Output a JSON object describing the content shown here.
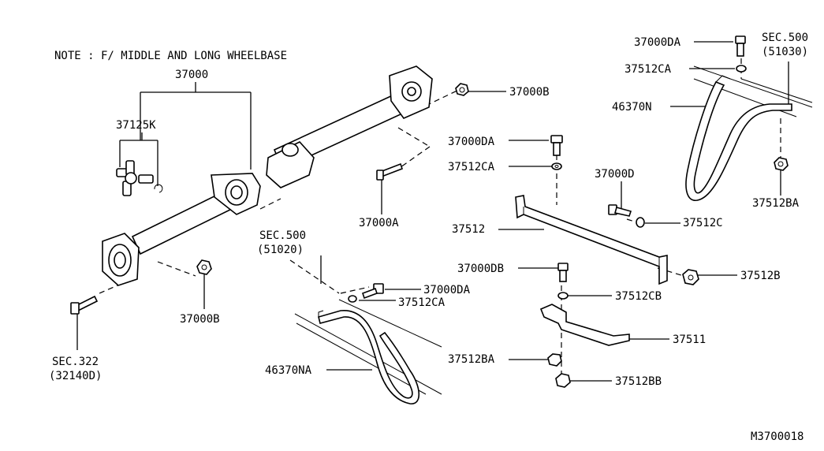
{
  "note": "NOTE : F/ MIDDLE AND LONG WHEELBASE",
  "diagram_id": "M3700018",
  "labels": {
    "p37000": "37000",
    "p37125K": "37125K",
    "p37000B_top": "37000B",
    "p37000A": "37000A",
    "p37000B_bottom": "37000B",
    "sec322": "SEC.322",
    "sec322_ref": "(32140D)",
    "sec500_mid": "SEC.500",
    "sec500_mid_ref": "(51020)",
    "p37000DA_mid": "37000DA",
    "p37512CA_mid": "37512CA",
    "p46370NA": "46370NA",
    "p37000DA_center": "37000DA",
    "p37512CA_center": "37512CA",
    "p37000D": "37000D",
    "p37512": "37512",
    "p37512C": "37512C",
    "p37000DB": "37000DB",
    "p37512B": "37512B",
    "p37512CB": "37512CB",
    "p37511": "37511",
    "p37512BA_low": "37512BA",
    "p37512BB": "37512BB",
    "p37000DA_top": "37000DA",
    "sec500_top": "SEC.500",
    "sec500_top_ref": "(51030)",
    "p37512CA_top": "37512CA",
    "p46370N": "46370N",
    "p37512BA_right": "37512BA"
  }
}
